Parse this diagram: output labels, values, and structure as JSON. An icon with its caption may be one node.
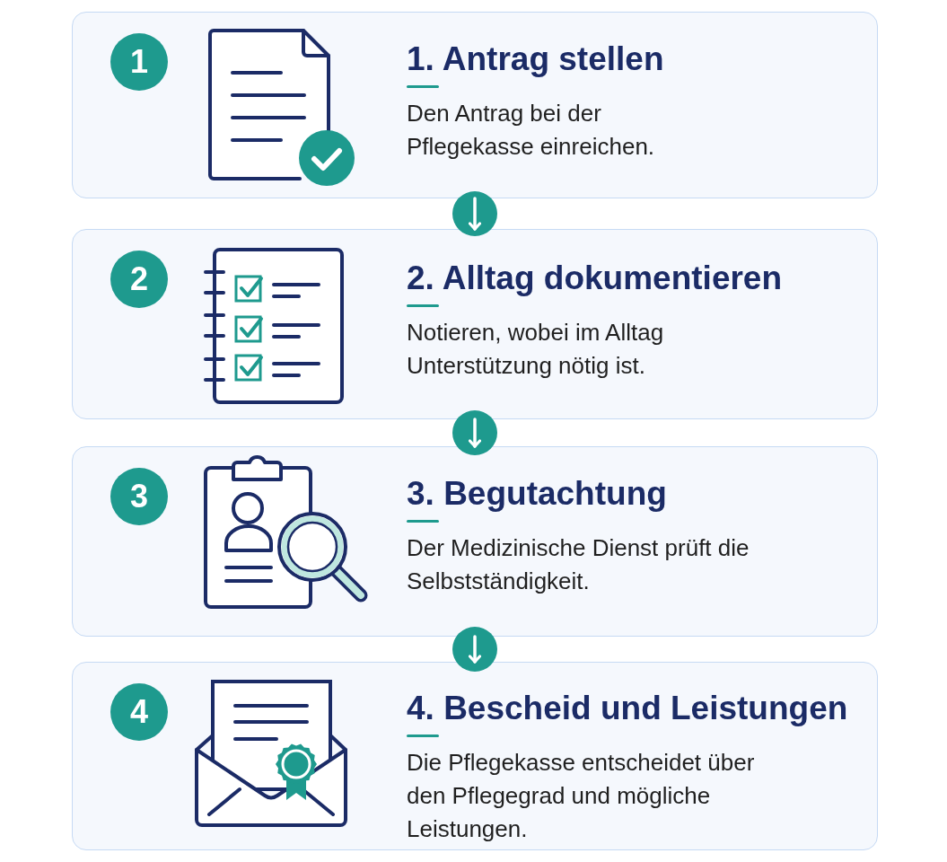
{
  "diagram": {
    "nodes": [
      {
        "text": [
          "1. Antrag stellen",
          "Den Antrag bei der Pflegekasse einreichen."
        ]
      },
      {
        "text": [
          "1"
        ],
        "in": 0
      },
      {
        "text": [
          "2. Alltag dokumentieren",
          "Notieren, wobei im Alltag Unterstützung nötig ist."
        ]
      },
      {
        "text": [
          "2"
        ],
        "in": 2
      },
      {
        "text": [
          "3. Begutachtung",
          "Der Medizinische Dienst prüft die Selbstständigkeit."
        ]
      },
      {
        "text": [
          "3"
        ],
        "in": 4
      },
      {
        "text": [
          "4. Bescheid und Leistungen",
          "Die Pflegekasse entscheidet über den Pflegegrad und mögliche Leistungen."
        ]
      },
      {
        "text": [
          "4"
        ],
        "in": 6
      }
    ],
    "edges": [
      {
        "from": 0,
        "to": 2,
        "arrow": "to"
      },
      {
        "from": 2,
        "to": 4,
        "arrow": "to"
      },
      {
        "from": 4,
        "to": 6,
        "arrow": "to"
      }
    ]
  }
}
